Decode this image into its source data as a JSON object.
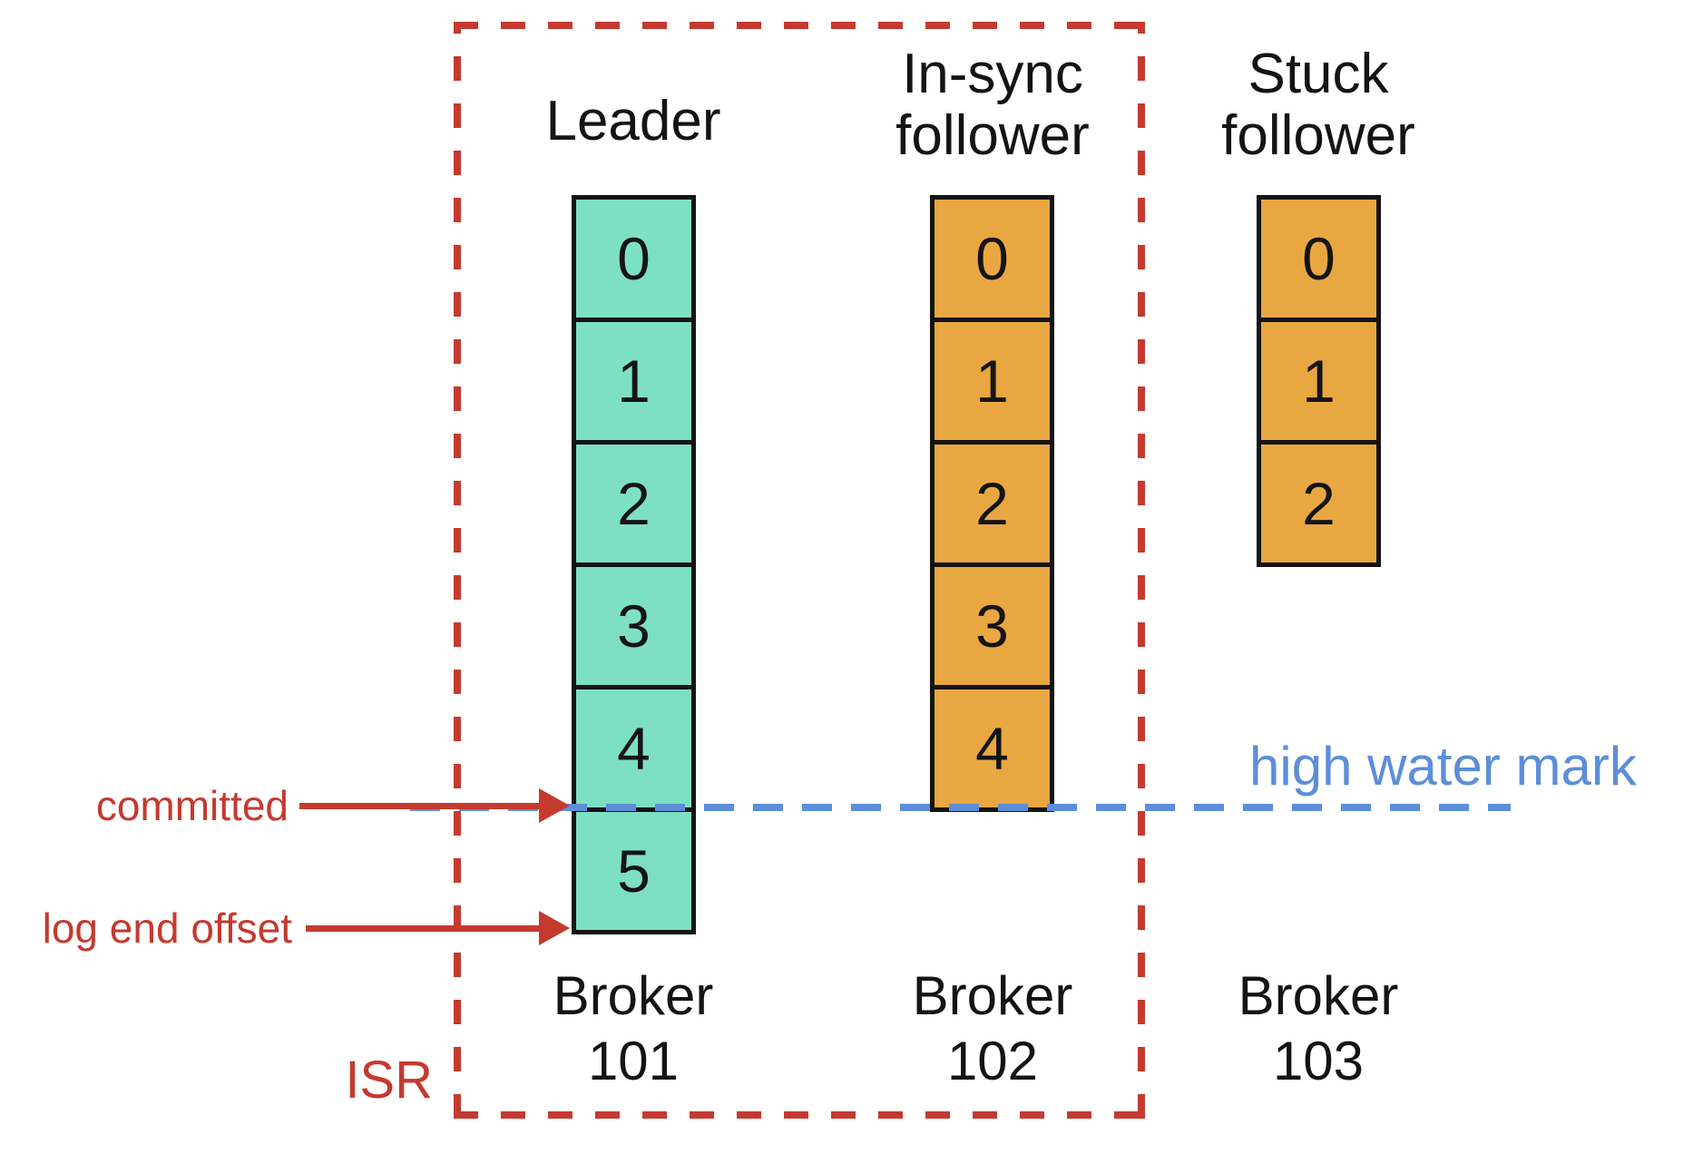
{
  "colors": {
    "leader_cell": "#7de0c2",
    "follower_cell": "#e9a742",
    "accent_red": "#c43a2f",
    "accent_blue": "#5c8ed9",
    "text_black": "#141414"
  },
  "columns": {
    "leader": {
      "label": "Leader",
      "cells": [
        "0",
        "1",
        "2",
        "3",
        "4",
        "5"
      ],
      "broker_line1": "Broker",
      "broker_line2": "101"
    },
    "in_sync_follower": {
      "label_line1": "In-sync",
      "label_line2": "follower",
      "cells": [
        "0",
        "1",
        "2",
        "3",
        "4"
      ],
      "broker_line1": "Broker",
      "broker_line2": "102"
    },
    "stuck_follower": {
      "label_line1": "Stuck",
      "label_line2": "follower",
      "cells": [
        "0",
        "1",
        "2"
      ],
      "broker_line1": "Broker",
      "broker_line2": "103"
    }
  },
  "annotations": {
    "committed_label": "committed",
    "log_end_offset_label": "log end offset",
    "high_water_mark_label": "high water mark",
    "isr_label": "ISR"
  }
}
